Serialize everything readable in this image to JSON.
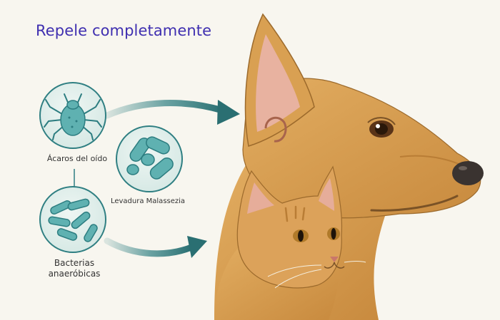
{
  "headline": "Repele completamente",
  "pathogens": {
    "mites": "Ácaros del oído",
    "yeast": "Levadura Malassezia",
    "bacteria_line1": "Bacterias",
    "bacteria_line2": "anaeróbicas"
  },
  "colors": {
    "headline": "#3f2fb0",
    "teal": "#2f7f82",
    "circle_fill": "#e3efec",
    "microbe": "#5fb1b1",
    "fur": "#d9a052",
    "fur_shadow": "#b97d35"
  },
  "icons": [
    "mite-icon",
    "yeast-icon",
    "bacteria-icon",
    "dog-head-illustration",
    "cat-head-illustration",
    "arrow-icon"
  ]
}
